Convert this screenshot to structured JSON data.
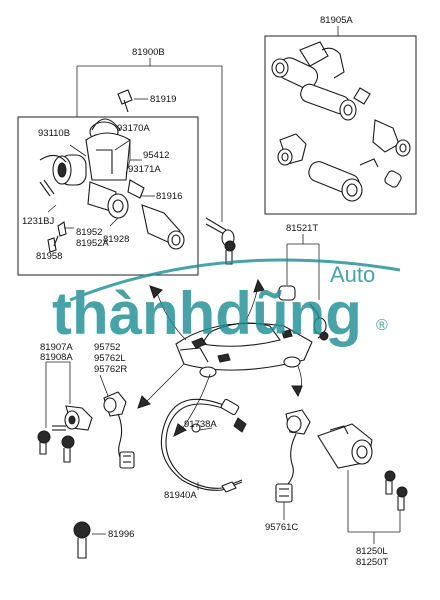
{
  "labels": {
    "p81905A": "81905A",
    "p81900B": "81900B",
    "p81919": "81919",
    "p93110B": "93110B",
    "p93170A": "93170A",
    "p95412": "95412",
    "p93171A": "93171A",
    "p81916": "81916",
    "p1231BJ": "1231BJ",
    "p81952": "81952",
    "p81952A": "81952A",
    "p81928": "81928",
    "p81958": "81958",
    "p81521T": "81521T",
    "p81907A": "81907A",
    "p81908A": "81908A",
    "p95752": "95752",
    "p95762L": "95762L",
    "p95762R": "95762R",
    "p91738A": "91738A",
    "p81940A": "81940A",
    "p95761C": "95761C",
    "p81250L": "81250L",
    "p81250T": "81250T",
    "p81996": "81996"
  },
  "watermark": {
    "brand": "thànhdũng",
    "suffix": "Auto",
    "registered": "®",
    "color": "#1f8f96"
  }
}
